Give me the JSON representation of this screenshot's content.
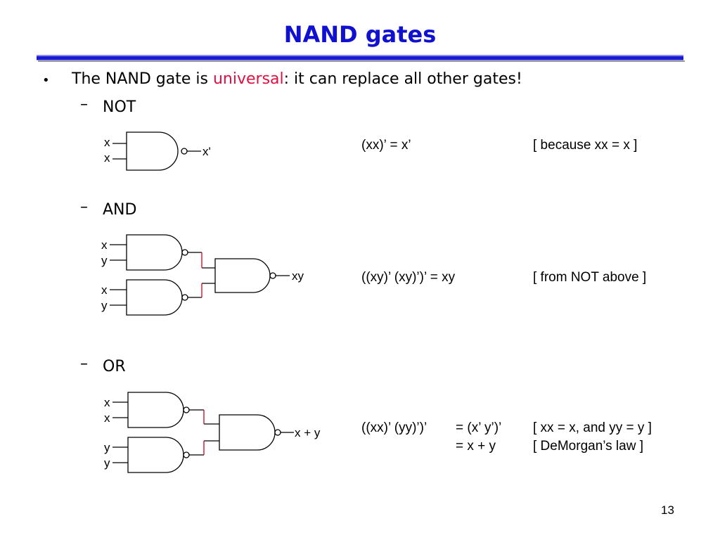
{
  "slide": {
    "title": "NAND gates",
    "page_number": "13",
    "title_color": "#1010d0",
    "accent_color": "#e01040"
  },
  "bullet": {
    "marker": "•",
    "text_before": "The NAND gate is ",
    "highlight": "universal",
    "text_after": ": it can replace all other gates!"
  },
  "sections": {
    "not": {
      "dash": "–",
      "label": "NOT",
      "inputs": [
        "x",
        "x"
      ],
      "output": "x'",
      "equation": "(xx)’ = x’",
      "note": "[ because xx = x ]"
    },
    "and": {
      "dash": "–",
      "label": "AND",
      "inputs_top": [
        "x",
        "y"
      ],
      "inputs_bottom": [
        "x",
        "y"
      ],
      "output": "xy",
      "equation": "((xy)’ (xy)’)’ = xy",
      "note": "[ from NOT above ]"
    },
    "or": {
      "dash": "–",
      "label": "OR",
      "inputs_top": [
        "x",
        "x"
      ],
      "inputs_bottom": [
        "y",
        "y"
      ],
      "output": "x + y",
      "equation_line1_lhs": "((xx)’ (yy)’)’",
      "equation_line1_rhs": "= (x’ y’)’",
      "equation_line2_rhs": "= x + y",
      "note_line1": "[ xx = x, and yy = y ]",
      "note_line2": "[ DeMorgan’s law ]"
    }
  }
}
